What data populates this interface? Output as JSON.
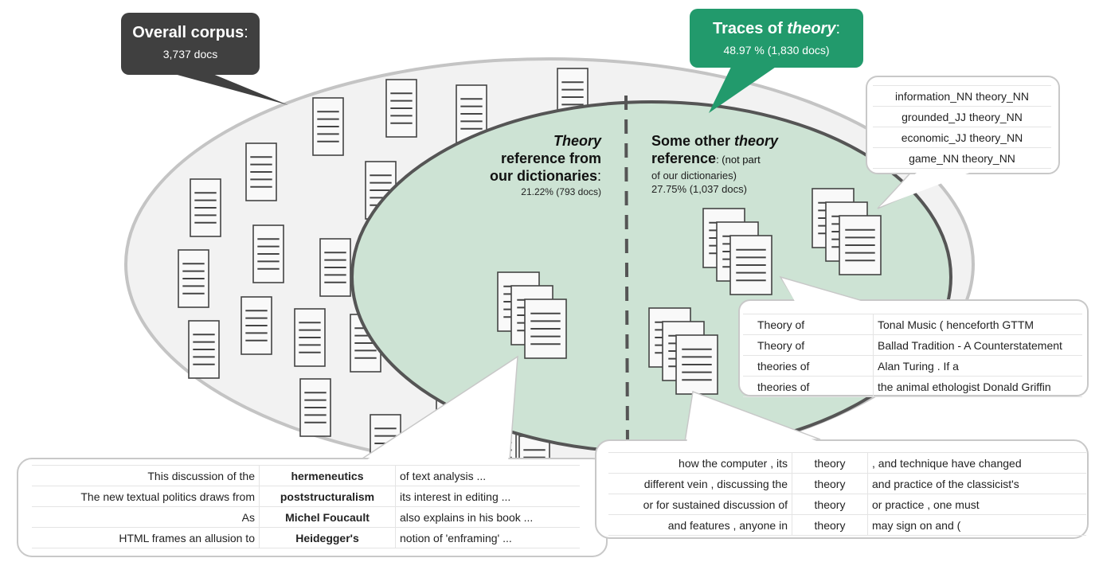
{
  "overall_callout": {
    "title": "Overall corpus",
    "title_suffix": ":",
    "subtitle": "3,737 docs",
    "color": "#404040"
  },
  "traces_callout": {
    "title_prefix": "Traces of ",
    "title_em": "theory",
    "title_suffix": ":",
    "subtitle": "48.97 % (1,830 docs)",
    "color": "#229a6c"
  },
  "dictionary_section": {
    "title_em": "Theory",
    "title_line2": "reference from",
    "title_line3": "our dictionaries",
    "title_suffix": ":",
    "stat": "21.22% (793 docs)"
  },
  "other_section": {
    "title_prefix": "Some other ",
    "title_em": "theory",
    "title_line2": "reference",
    "title_suffix": ":",
    "note_inline": " (not part",
    "note_line2": "of our dictionaries)",
    "stat": "27.75% (1,037 docs)"
  },
  "ngram_examples": [
    "information_NN theory_NN",
    "grounded_JJ theory_NN",
    "economic_JJ theory_NN",
    "game_NN theory_NN"
  ],
  "theory_of_examples": [
    {
      "keyword": "Theory of",
      "right": "Tonal Music ( henceforth GTTM"
    },
    {
      "keyword": "Theory of",
      "right": "Ballad Tradition - A Counterstatement"
    },
    {
      "keyword": "theories of",
      "right": "Alan Turing . If a"
    },
    {
      "keyword": "theories of",
      "right": "the animal ethologist Donald Griffin"
    }
  ],
  "dictionary_examples": [
    {
      "left": "This discussion of the",
      "keyword": "hermeneutics",
      "right": "of text analysis ..."
    },
    {
      "left": "The new textual politics draws from",
      "keyword": "poststructuralism",
      "right": "its interest in editing ..."
    },
    {
      "left": "As",
      "keyword": "Michel Foucault",
      "right": "also explains in his book ..."
    },
    {
      "left": "HTML frames an allusion to",
      "keyword": "Heidegger's",
      "right": "notion of 'enframing' ..."
    }
  ],
  "other_theory_examples": [
    {
      "left": "how the computer , its",
      "keyword": "theory",
      "right": ", and technique have changed"
    },
    {
      "left": "different vein , discussing the",
      "keyword": "theory",
      "right": "and practice of the classicist's"
    },
    {
      "left": "or for sustained discussion of",
      "keyword": "theory",
      "right": "or practice , one must"
    },
    {
      "left": "and features , anyone in",
      "keyword": "theory",
      "right": "may sign on and ("
    }
  ],
  "colors": {
    "corpus_fill": "#f2f2f2",
    "corpus_stroke": "#c4c4c4",
    "traces_fill": "#cde3d4",
    "traces_stroke": "#555555",
    "document_fill": "#f9f9f9",
    "document_stroke": "#444444"
  }
}
